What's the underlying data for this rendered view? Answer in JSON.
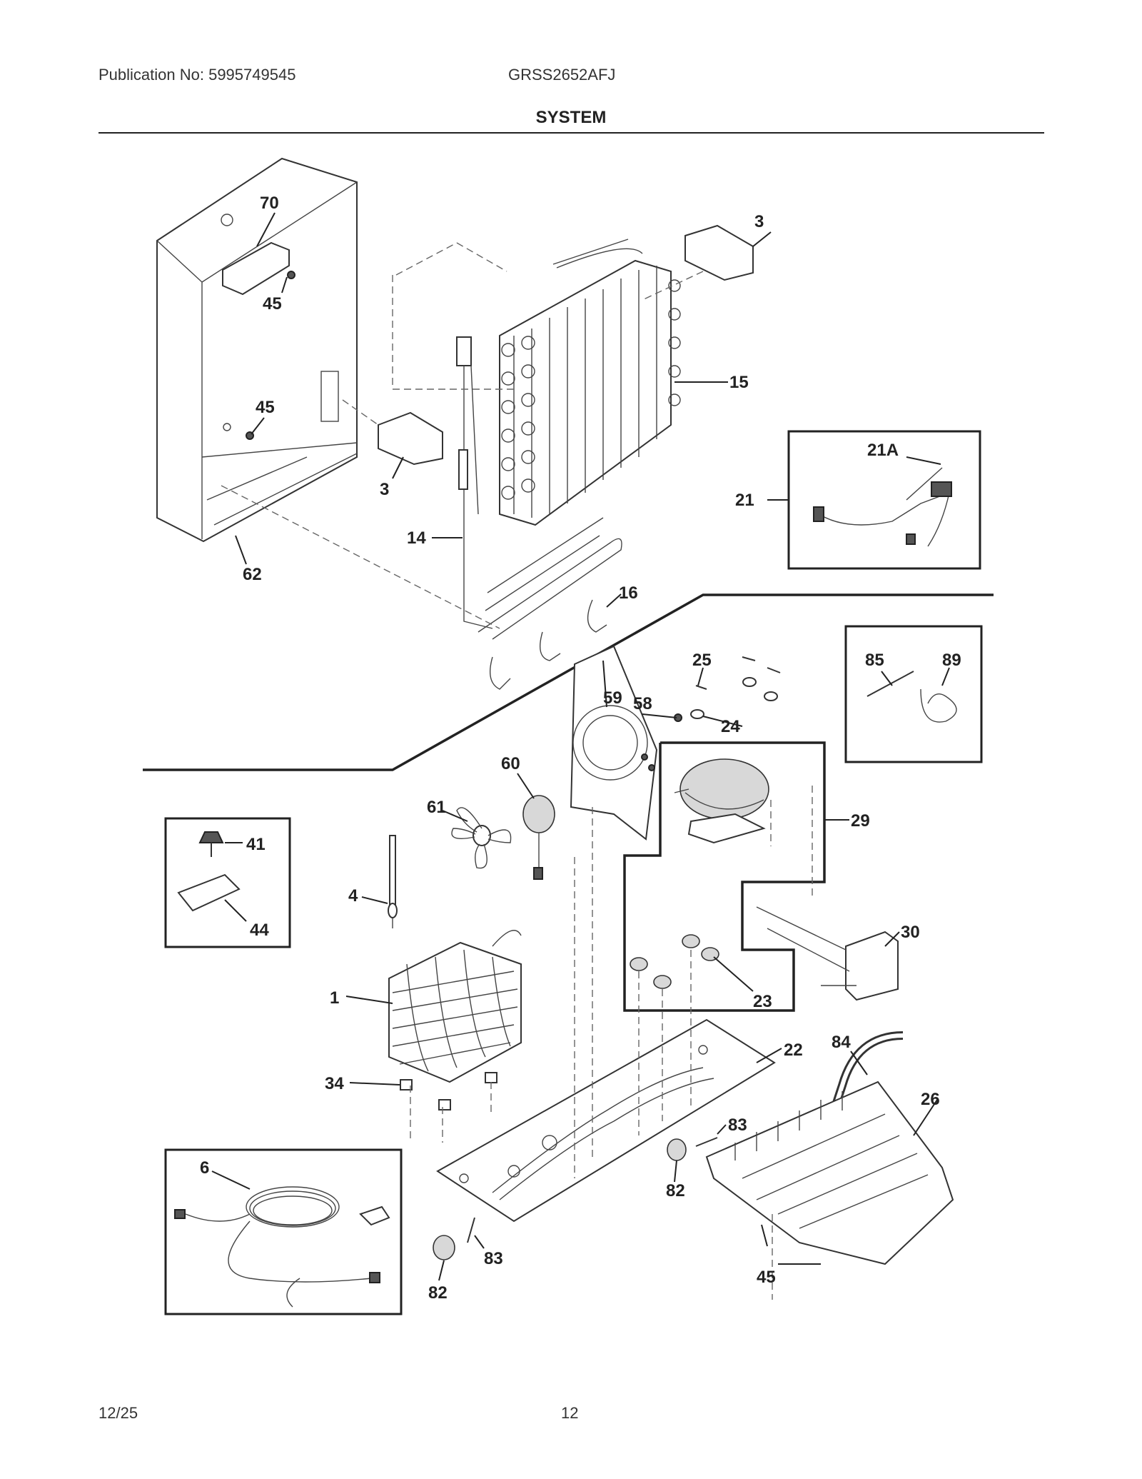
{
  "header": {
    "publication": "Publication No: 5995749545",
    "model": "GRSS2652AFJ",
    "title": "SYSTEM"
  },
  "footer": {
    "date": "12/25",
    "page": "12"
  },
  "callouts": [
    {
      "id": "70",
      "label": "70"
    },
    {
      "id": "45a",
      "label": "45"
    },
    {
      "id": "45b",
      "label": "45"
    },
    {
      "id": "3a",
      "label": "3"
    },
    {
      "id": "3b",
      "label": "3"
    },
    {
      "id": "15",
      "label": "15"
    },
    {
      "id": "21A",
      "label": "21A"
    },
    {
      "id": "21",
      "label": "21"
    },
    {
      "id": "14",
      "label": "14"
    },
    {
      "id": "62",
      "label": "62"
    },
    {
      "id": "16",
      "label": "16"
    },
    {
      "id": "25",
      "label": "25"
    },
    {
      "id": "85",
      "label": "85"
    },
    {
      "id": "89",
      "label": "89"
    },
    {
      "id": "59",
      "label": "59"
    },
    {
      "id": "58",
      "label": "58"
    },
    {
      "id": "24",
      "label": "24"
    },
    {
      "id": "60",
      "label": "60"
    },
    {
      "id": "61",
      "label": "61"
    },
    {
      "id": "29",
      "label": "29"
    },
    {
      "id": "41",
      "label": "41"
    },
    {
      "id": "44",
      "label": "44"
    },
    {
      "id": "4",
      "label": "4"
    },
    {
      "id": "30",
      "label": "30"
    },
    {
      "id": "1",
      "label": "1"
    },
    {
      "id": "23",
      "label": "23"
    },
    {
      "id": "22",
      "label": "22"
    },
    {
      "id": "84",
      "label": "84"
    },
    {
      "id": "26",
      "label": "26"
    },
    {
      "id": "34",
      "label": "34"
    },
    {
      "id": "83a",
      "label": "83"
    },
    {
      "id": "82a",
      "label": "82"
    },
    {
      "id": "6",
      "label": "6"
    },
    {
      "id": "83b",
      "label": "83"
    },
    {
      "id": "82b",
      "label": "82"
    },
    {
      "id": "45c",
      "label": "45"
    }
  ]
}
